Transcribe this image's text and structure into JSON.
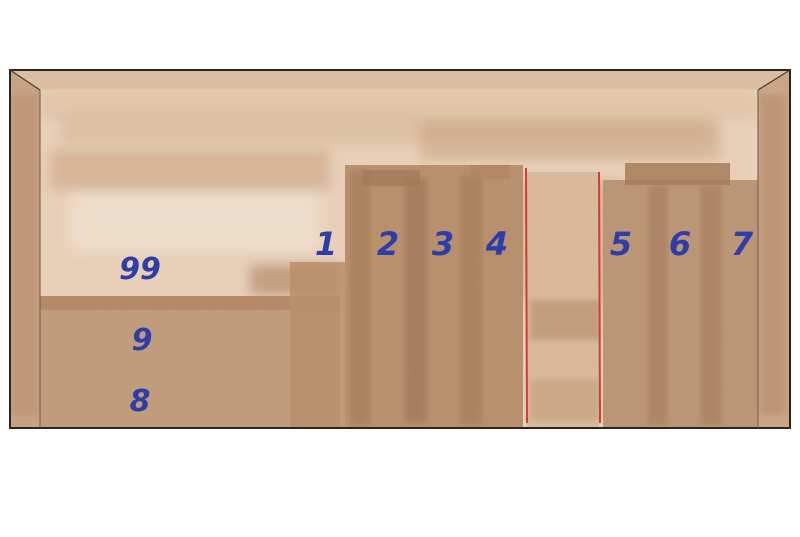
{
  "labels": {
    "l1": "1",
    "l2": "2",
    "l3": "3",
    "l4": "4",
    "l5": "5",
    "l6": "6",
    "l7": "7",
    "l8": "8",
    "l9": "9",
    "l99": "99"
  },
  "colors": {
    "label": "#2e3ea8",
    "divider": "#d63a3a",
    "frame": "#2a2522",
    "wall_light": "#e9d2bb",
    "wood_dark": "#a9805f"
  }
}
